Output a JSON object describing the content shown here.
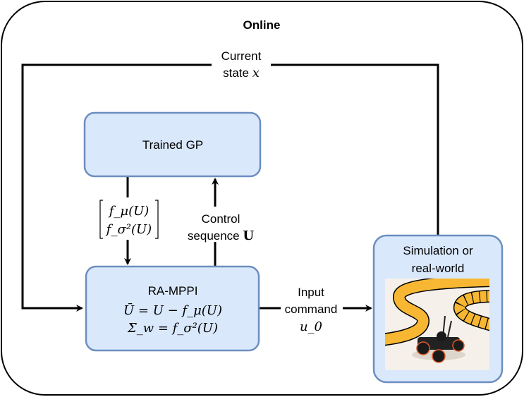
{
  "title": "Online",
  "nodes": {
    "gp": {
      "label": "Trained GP"
    },
    "mppi": {
      "label": "RA-MPPI",
      "eq1": "Ū = U − f_μ(U)",
      "eq2": "Σ_w = f_σ²(U)"
    },
    "sim": {
      "label_line1": "Simulation or",
      "label_line2": "real-world"
    }
  },
  "edges": {
    "state": {
      "line1": "Current",
      "line2": "state",
      "var": "x"
    },
    "gp_out": {
      "row1": "f_μ(U)",
      "row2": "f_σ²(U)"
    },
    "control": {
      "line1": "Control",
      "line2": "sequence",
      "var": "U"
    },
    "input": {
      "line1": "Input",
      "line2": "command",
      "var": "u_0"
    }
  },
  "colors": {
    "box_fill": "#dae8fc",
    "box_stroke": "#6c8ebf",
    "track": "#f7b733",
    "track_edge": "#000000",
    "ground": "#f5f1ea"
  }
}
